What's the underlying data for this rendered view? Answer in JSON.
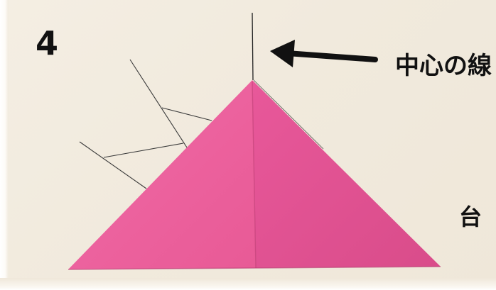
{
  "step": {
    "number": "4"
  },
  "labels": {
    "center": "中心の線",
    "base": "台"
  },
  "icons": {
    "arrow": "left-arrow-icon"
  },
  "colors": {
    "paper_pink": "#ec5f9c",
    "paper_shadow": "#d9518a",
    "background": "#f1eadd",
    "ink": "#111111"
  }
}
